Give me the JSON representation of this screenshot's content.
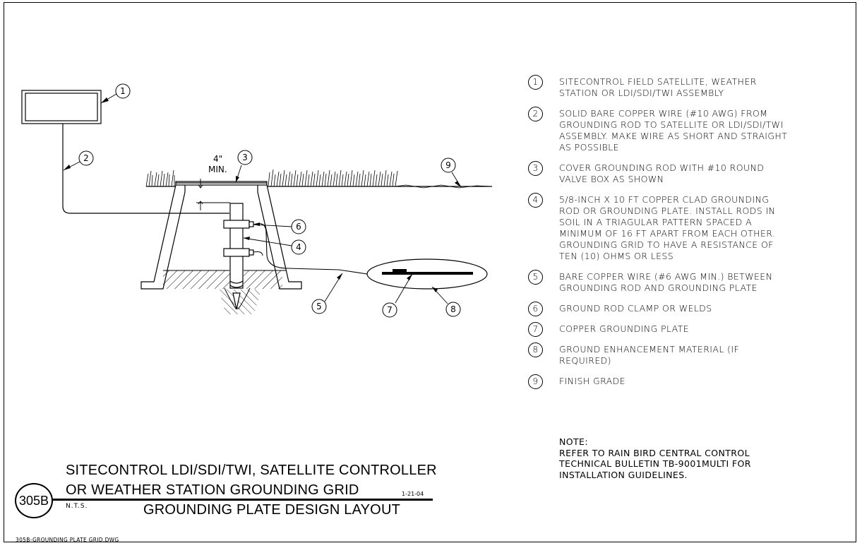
{
  "diagram": {
    "callouts": [
      "1",
      "2",
      "3",
      "4",
      "5",
      "6",
      "7",
      "8",
      "9"
    ],
    "dimension": {
      "line1": "4\"",
      "line2": "MIN."
    }
  },
  "notes": [
    {
      "num": "1",
      "text": "SITECONTROL FIELD SATELLITE, WEATHER STATION OR LDI/SDI/TWI ASSEMBLY"
    },
    {
      "num": "2",
      "text": "SOLID BARE COPPER WIRE (#10 AWG) FROM GROUNDING ROD TO SATELLITE OR LDI/SDI/TWI ASSEMBLY. MAKE WIRE AS SHORT AND STRAIGHT AS POSSIBLE"
    },
    {
      "num": "3",
      "text": "COVER GROUNDING ROD WITH #10 ROUND VALVE BOX AS SHOWN"
    },
    {
      "num": "4",
      "text": "5/8-INCH X 10 FT COPPER CLAD GROUNDING ROD OR GROUNDING PLATE. INSTALL RODS IN SOIL IN A TRIAGULAR PATTERN SPACED A MINIMUM OF 16 FT APART FROM EACH OTHER. GROUNDING GRID TO HAVE A RESISTANCE OF TEN (10) OHMS OR LESS"
    },
    {
      "num": "5",
      "text": "BARE COPPER WIRE (#6 AWG MIN.) BETWEEN GROUNDING ROD AND GROUNDING PLATE"
    },
    {
      "num": "6",
      "text": "GROUND ROD CLAMP OR WELDS"
    },
    {
      "num": "7",
      "text": "COPPER GROUNDING PLATE"
    },
    {
      "num": "8",
      "text": "GROUND ENHANCEMENT MATERIAL (IF REQUIRED)"
    },
    {
      "num": "9",
      "text": "FINISH GRADE"
    }
  ],
  "note_block": {
    "heading": "NOTE:",
    "line1": "REFER TO RAIN BIRD CENTRAL CONTROL",
    "line2": "TECHNICAL BULLETIN TB-9001MULTI FOR",
    "line3": "INSTALLATION GUIDELINES."
  },
  "title_block": {
    "line1": "SITECONTROL LDI/SDI/TWI, SATELLITE CONTROLLER",
    "line2": "OR WEATHER STATION GROUNDING GRID",
    "line3": "GROUNDING PLATE DESIGN LAYOUT",
    "scale": "N.T.S.",
    "date": "1-21-04",
    "detail_id": "305B",
    "filename": "305B-GROUNDING PLATE GRID.DWG"
  }
}
